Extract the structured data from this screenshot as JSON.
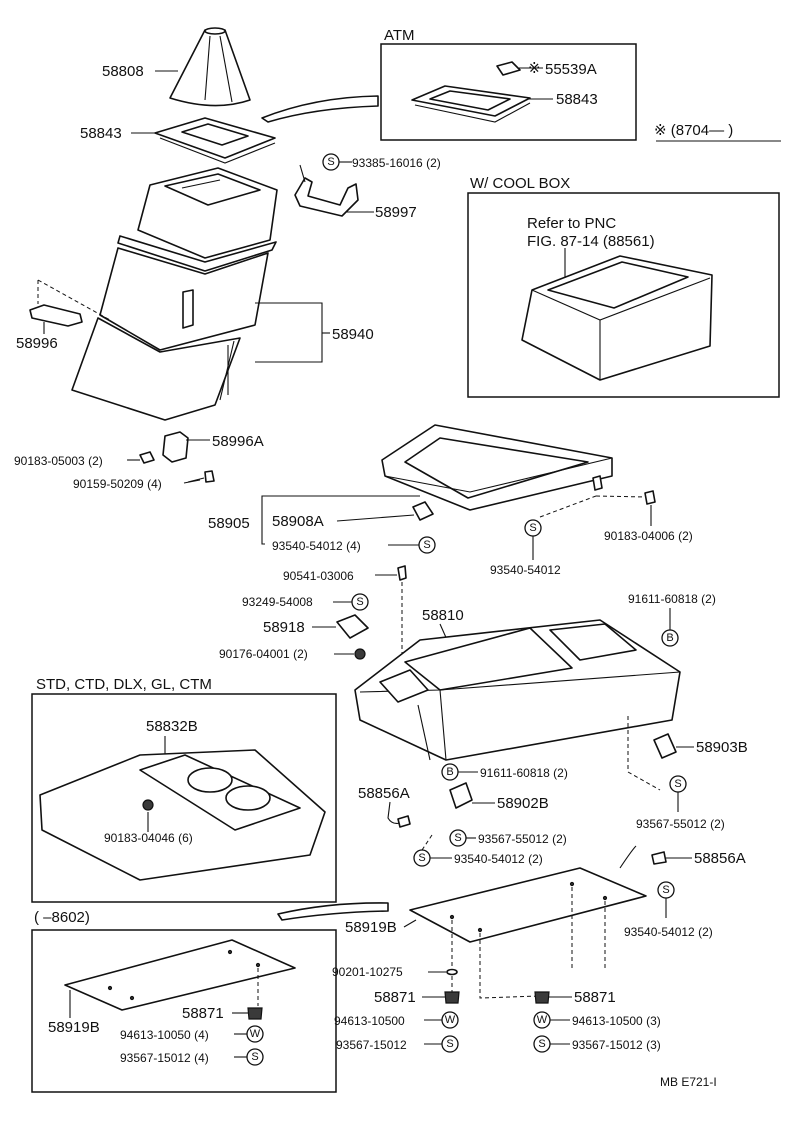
{
  "boxes": {
    "atm": "ATM",
    "cool_box": "W/ COOL  BOX",
    "std": "STD, CTD, DLX, GL, CTM",
    "range_8602": "(      –8602)",
    "range_8704": "※ (8704—        )"
  },
  "notes": {
    "refer_line1": "Refer to     PNC",
    "refer_line2": "FIG. 87-14 (88561)"
  },
  "parts": {
    "p58808": "58808",
    "p58843_main": "58843",
    "p55539a": "55539A",
    "p58843_atm": "58843",
    "p93385": "93385-16016 (2)",
    "p58997": "58997",
    "p58996": "58996",
    "p58940": "58940",
    "p58996a": "58996A",
    "p90183_05003": "90183-05003 (2)",
    "p90159": "90159-50209 (4)",
    "p58905": "58905",
    "p58908a": "58908A",
    "p93540_a": "93540-54012 (4)",
    "p93540_b": "93540-54012",
    "p90183_04006": "90183-04006 (2)",
    "p90541": "90541-03006",
    "p93249": "93249-54008",
    "p58918": "58918",
    "p90176": "90176-04001 (2)",
    "p58810": "58810",
    "p91611_top": "91611-60818 (2)",
    "p58832b": "58832B",
    "p90183_04046": "90183-04046 (6)",
    "p91611_mid": "91611-60818 (2)",
    "p58856a_l": "58856A",
    "p58902b": "58902B",
    "p58903b": "58903B",
    "p93567_55012_a": "93567-55012 (2)",
    "p93567_55012_b": "93567-55012 (2)",
    "p93540_c": "93540-54012 (2)",
    "p58856a_r": "58856A",
    "p93540_d": "93540-54012 (2)",
    "p58919b_main": "58919B",
    "p90201": "90201-10275",
    "p58871_l": "58871",
    "p58871_r": "58871",
    "p94613_l": "94613-10500",
    "p94613_r": "94613-10500 (3)",
    "p93567_15012_l": "93567-15012",
    "p93567_15012_r": "93567-15012 (3)",
    "p58919b_box": "58919B",
    "p58871_box": "58871",
    "p94613_box": "94613-10050 (4)",
    "p93567_box": "93567-15012 (4)"
  },
  "markers": {
    "s": "S",
    "w": "W",
    "b": "B",
    "kome": "※"
  },
  "footer": {
    "code": "MB  E721-I"
  }
}
